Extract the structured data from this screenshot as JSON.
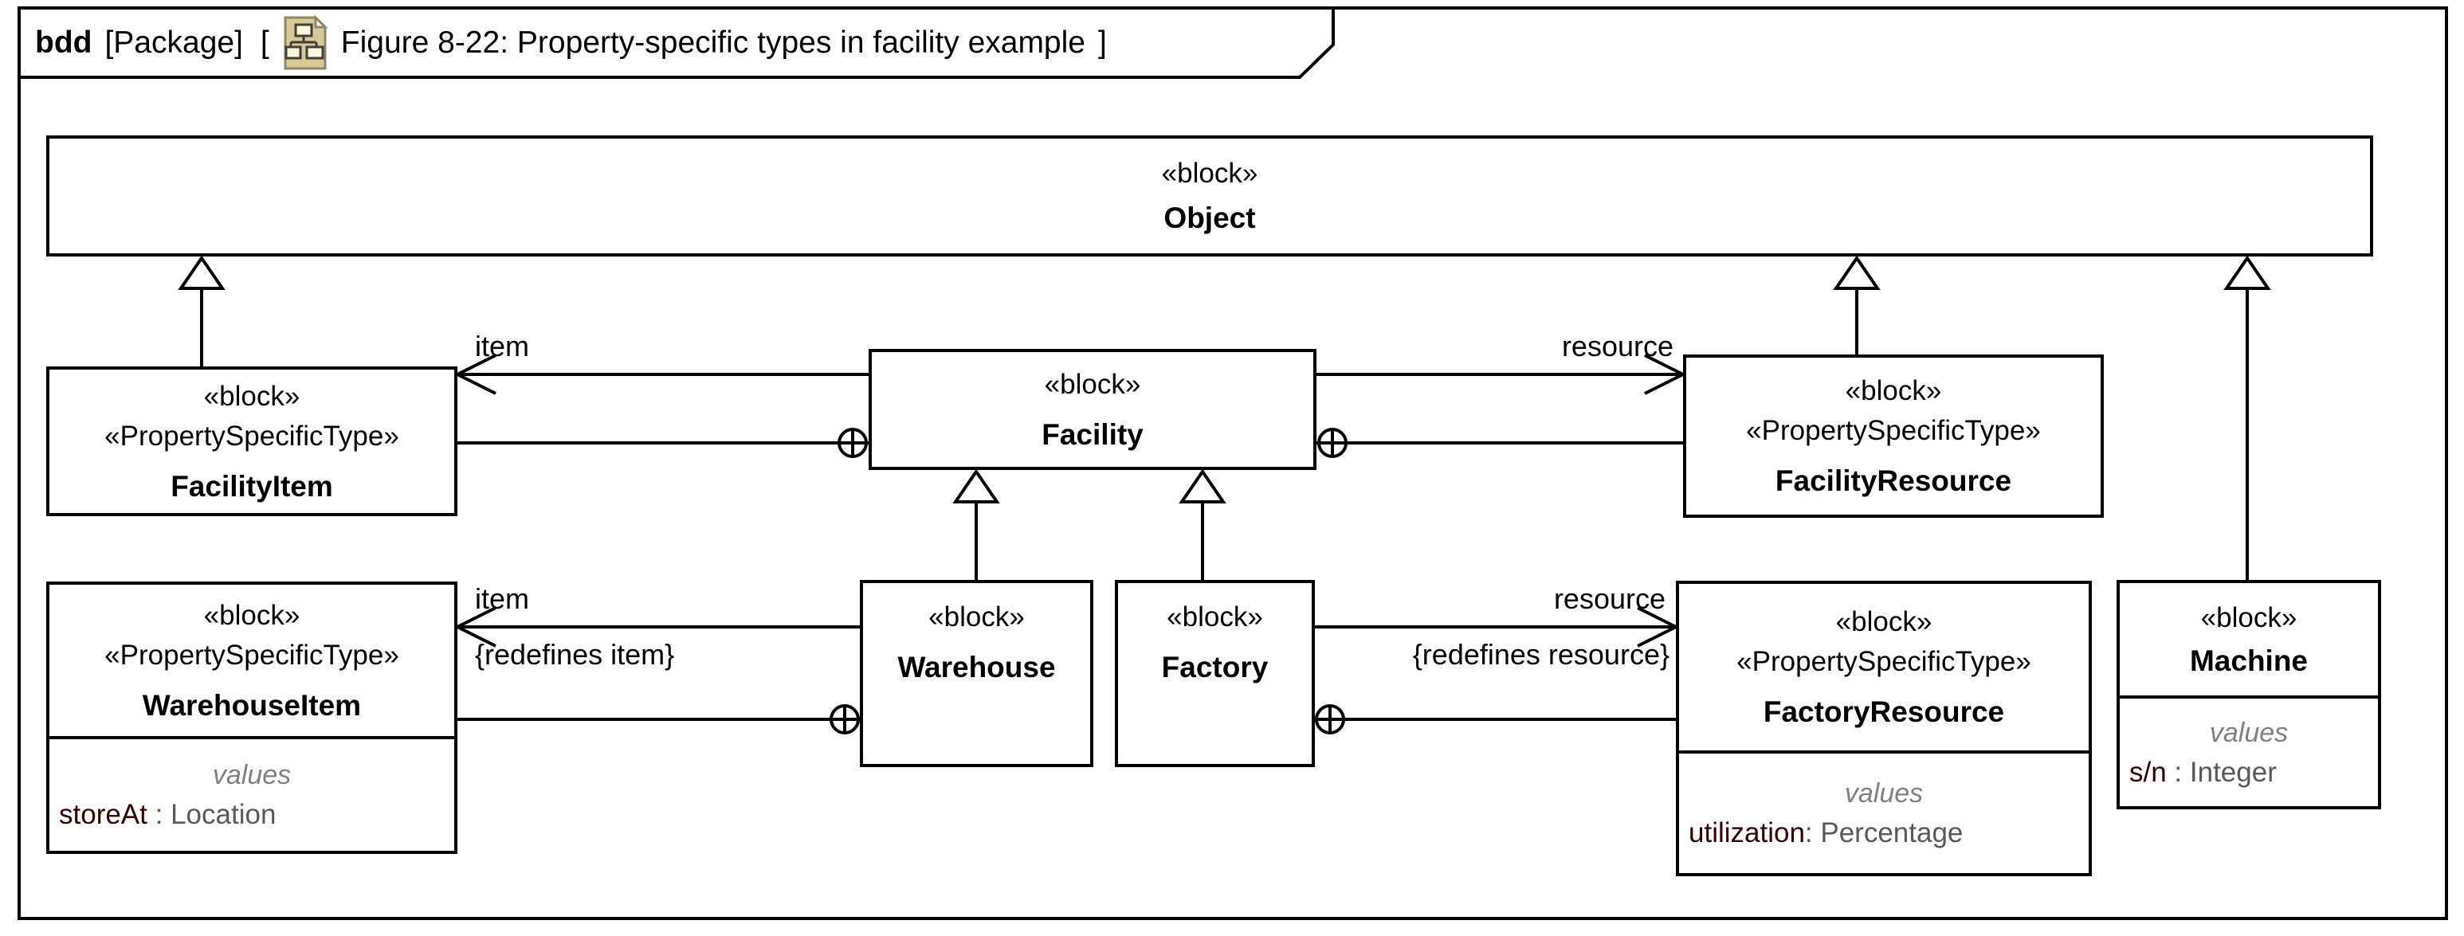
{
  "frame": {
    "kind": "bdd",
    "context": "[Package]",
    "open_bracket": "[",
    "icon": "block-diagram-icon",
    "title": "Figure 8-22: Property-specific types in facility example",
    "close_bracket": "]"
  },
  "colors": {
    "line": "#000000",
    "text": "#000000",
    "values_caption": "#808080",
    "value_name": "#330000",
    "value_type": "#595959",
    "icon_sheet": "#d9c996",
    "icon_square": "#fdf7d8",
    "background": "#ffffff"
  },
  "blocks": {
    "object": {
      "stereotype": "«block»",
      "name": "Object"
    },
    "facility_item": {
      "stereotype": "«block»",
      "stereotype2": "«PropertySpecificType»",
      "name": "FacilityItem"
    },
    "facility": {
      "stereotype": "«block»",
      "name": "Facility"
    },
    "facility_resource": {
      "stereotype": "«block»",
      "stereotype2": "«PropertySpecificType»",
      "name": "FacilityResource"
    },
    "warehouse_item": {
      "stereotype": "«block»",
      "stereotype2": "«PropertySpecificType»",
      "name": "WarehouseItem",
      "values_caption": "values",
      "value": {
        "name": "storeAt",
        "sep": " : ",
        "type": "Location"
      }
    },
    "warehouse": {
      "stereotype": "«block»",
      "name": "Warehouse"
    },
    "factory": {
      "stereotype": "«block»",
      "name": "Factory"
    },
    "factory_resource": {
      "stereotype": "«block»",
      "stereotype2": "«PropertySpecificType»",
      "name": "FactoryResource",
      "values_caption": "values",
      "value": {
        "name": "utilization",
        "sep": ": ",
        "type": "Percentage"
      }
    },
    "machine": {
      "stereotype": "«block»",
      "name": "Machine",
      "values_caption": "values",
      "value": {
        "name": "s/n",
        "sep": " : ",
        "type": "Integer"
      }
    }
  },
  "edges": {
    "item_top": {
      "label": "item"
    },
    "resource_top": {
      "label": "resource"
    },
    "item_bottom": {
      "label": "item",
      "constraint": "{redefines item}"
    },
    "resource_bottom": {
      "label": "resource",
      "constraint": "{redefines resource}"
    }
  }
}
